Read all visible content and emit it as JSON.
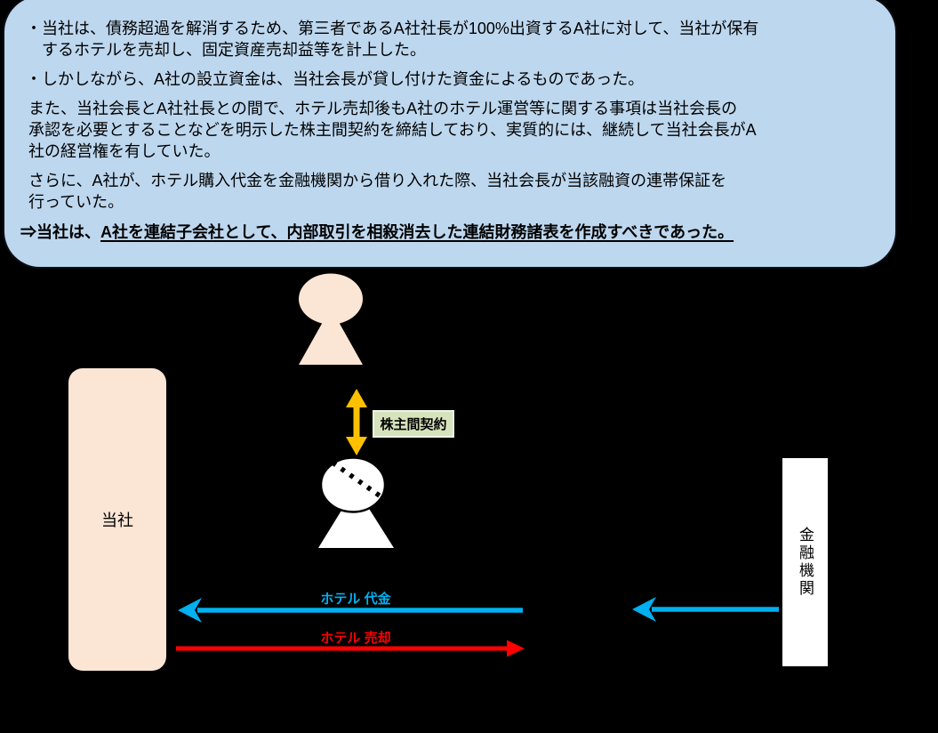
{
  "note": {
    "paragraphs": [
      {
        "lines": [
          "・当社は、債務超過を解消するため、第三者であるA社社長が100%出資するA社に対して、当社が保有",
          "するホテルを売却し、固定資産売却益等を計上した。"
        ]
      },
      {
        "lines": [
          "・しかしながら、A社の設立資金は、当社会長が貸し付けた資金によるものであった。"
        ]
      },
      {
        "lines": [
          "また、当社会長とA社社長との間で、ホテル売却後もA社のホテル運営等に関する事項は当社会長の",
          "承認を必要とすることなどを明示した株主間契約を締結しており、実質的には、継続して当社会長がA",
          "社の経営権を有していた。"
        ]
      },
      {
        "lines": [
          "さらに、A社が、ホテル購入代金を金融機関から借り入れた際、当社会長が当該融資の連帯保証を",
          "行っていた。"
        ]
      }
    ],
    "conclusion": {
      "prefix": "⇒当社は、",
      "underlined": "A社を連結子会社として、内部取引を相殺消去した連結財務諸表を作成すべきであった。"
    }
  },
  "diagram": {
    "company_box_label": "当社",
    "bank_box_label": "金融機関",
    "agreement_label": "株主間契約",
    "payment_arrow_label": "ホテル 代金",
    "sale_arrow_label": "ホテル 売却"
  },
  "colors": {
    "note_bg": "#BDD7EE",
    "note_border": "#0b0f14",
    "peach": "#FBE5D5",
    "white": "#FFFFFF",
    "black": "#000000",
    "green_label_bg": "#D6E3BC",
    "arrow_blue": "#00B0F0",
    "arrow_red": "#FF0000",
    "arrow_orange": "#FFC000"
  }
}
